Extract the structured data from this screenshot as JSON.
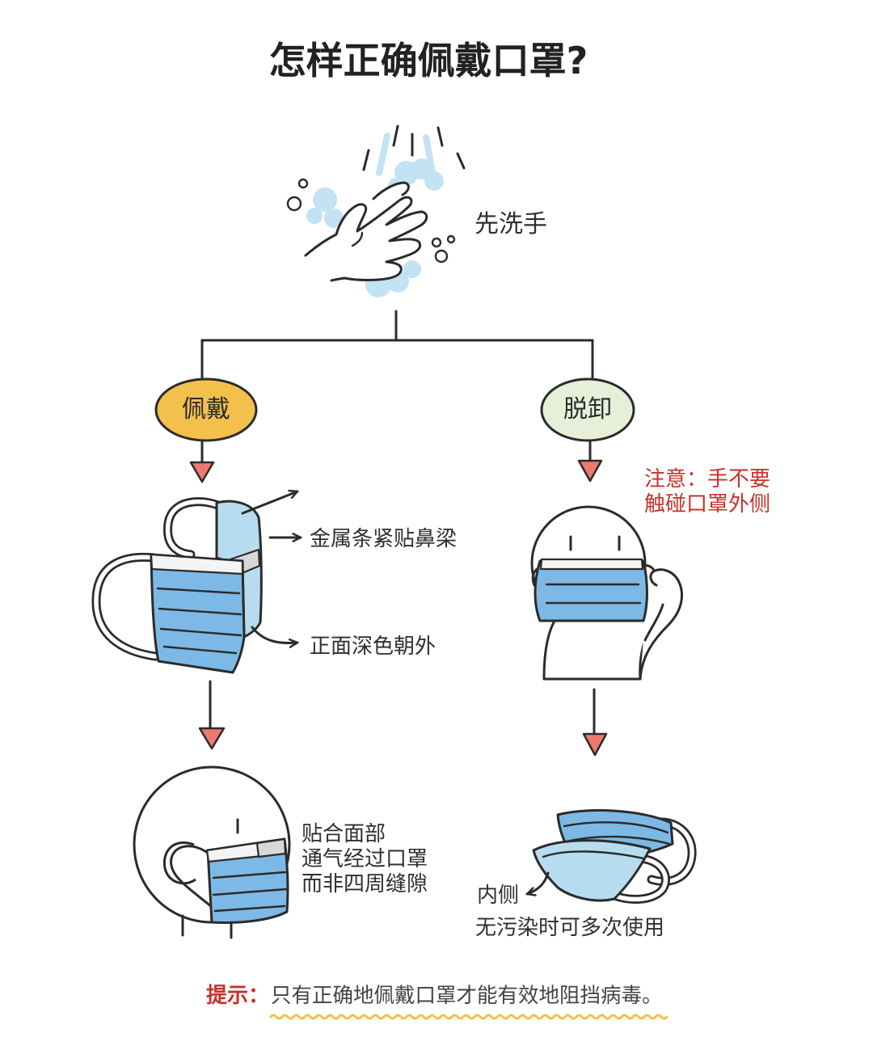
{
  "title": "怎样正确佩戴口罩?",
  "wash_step": "先洗手",
  "wear": {
    "label": "佩戴",
    "mask_notes": [
      "金属条紧贴鼻梁",
      "正面深色朝外"
    ],
    "fit_notes": [
      "贴合面部",
      "通气经过口罩",
      "而非四周缝隙"
    ]
  },
  "remove": {
    "label": "脱卸",
    "warning": [
      "注意：手不要",
      "触碰口罩外侧"
    ],
    "inner_label": "内侧",
    "reuse_note": "无污染时可多次使用"
  },
  "tip": {
    "label": "提示：",
    "text": "只有正确地佩戴口罩才能有效地阻挡病毒。"
  },
  "colors": {
    "wear_badge": "#f3c04c",
    "remove_badge": "#e6efd8",
    "mask_blue": "#7db9e6",
    "mask_side": "#b8dcef",
    "water": "#c3e3f4",
    "arrow_triangle": "#ec7b6e",
    "warning_text": "#c8312a",
    "underline": "#f3c04c"
  }
}
